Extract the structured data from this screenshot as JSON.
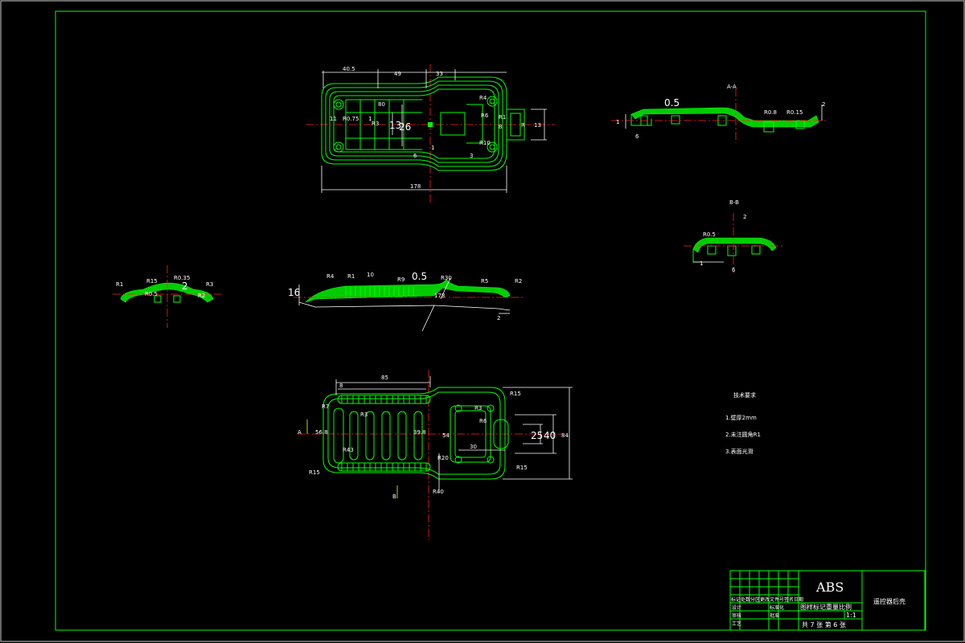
{
  "title_block": {
    "material": "ABS",
    "part_name": "遥控器后壳",
    "scale_header": "图样标记重量比例",
    "scale_value": "1:1",
    "sheet_info": "共 7 张 第 6 张",
    "revision_header": "标记处数分区更改文件号签名日期",
    "rows": [
      "设计",
      "审核",
      "工艺",
      "标准化",
      "批准"
    ]
  },
  "technical_notes": {
    "heading": "技术要求",
    "items": [
      "1.壁厚2mm",
      "2.未注圆角R1",
      "3.表面光滑"
    ]
  },
  "section_labels": {
    "a": "A-A",
    "b": "B-B",
    "cut_a_top": "A",
    "cut_a_bottom": "B"
  },
  "dims": {
    "top_40_5": "40.5",
    "top_49": "49",
    "top_33": "33",
    "top_80": "80",
    "top_178": "178",
    "top_11": "11",
    "top_r0_75": "R0.75",
    "top_r3": "R3",
    "top_13": "13",
    "top_26": "26",
    "top_r4": "R4",
    "top_r6": "R6",
    "top_r1": "R1",
    "top_r10": "R10",
    "top_1a": "1",
    "top_1b": "1",
    "top_3": "3",
    "top_6": "6",
    "top_13b": "13",
    "top_r": "R",
    "top_8": "8",
    "sec_a_0_5": "0.5",
    "sec_a_r0_8": "R0.8",
    "sec_a_r0_15": "R0.15",
    "sec_a_2": "2",
    "sec_a_1": "1",
    "sec_a_6": "6",
    "sec_b_r0_5": "R0.5",
    "sec_b_2": "2",
    "sec_b_1": "1",
    "sec_b_6": "6",
    "left_r1": "R1",
    "left_r15": "R15",
    "left_r0_35": "R0.35",
    "left_2": "2",
    "left_r3": "R3",
    "left_r0_5": "R0.5",
    "left_r2": "R2",
    "side_16": "16",
    "side_r4": "R4",
    "side_r1": "R1",
    "side_0_5": "0.5",
    "side_10": "10",
    "side_r9": "R9",
    "side_r5": "R5",
    "side_r2": "R2",
    "side_r30": "R30",
    "side_178": "178",
    "side_2": "2",
    "bot_85": "85",
    "bot_8": "8",
    "bot_r7": "R7",
    "bot_r3": "R3",
    "bot_56_8": "56.8",
    "bot_39_8": "39.8",
    "bot_r15a": "R15",
    "bot_r15b": "R15",
    "bot_r15c": "R15",
    "bot_r3b": "R3",
    "bot_r6": "R6",
    "bot_25": "25",
    "bot_40": "40",
    "bot_84": "84",
    "bot_30": "30",
    "bot_54": "54",
    "bot_r20": "R20",
    "bot_r40": "R40",
    "bot_r43": "R43"
  }
}
